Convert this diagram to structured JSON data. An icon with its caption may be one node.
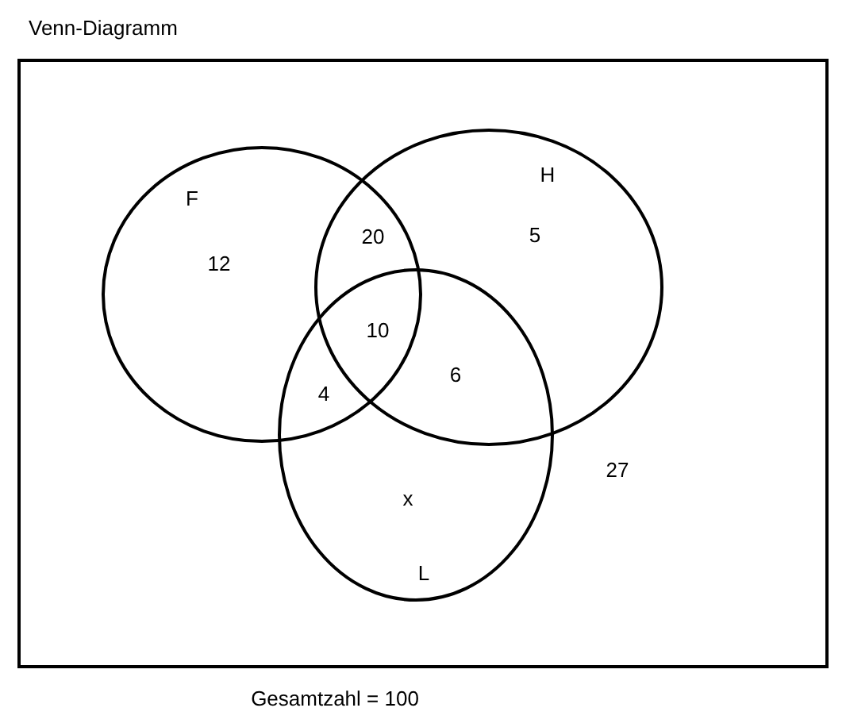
{
  "diagram": {
    "title": "Venn-Diagramm",
    "caption": "Gesamtzahl = 100",
    "nodes": [
      {
        "text": [],
        "shape": "box"
      },
      {
        "text": [
          "F"
        ],
        "in": 0
      },
      {
        "text": [
          "H"
        ],
        "in": 0
      },
      {
        "text": [
          "L"
        ],
        "in": 0
      }
    ],
    "labels": [
      "20",
      "5",
      "12",
      "10",
      "6",
      "4",
      "27",
      "x"
    ]
  }
}
